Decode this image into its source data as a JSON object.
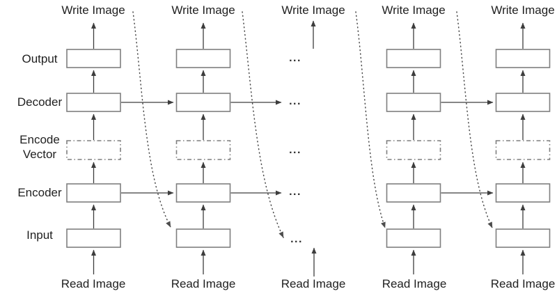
{
  "diagram": {
    "row_labels": {
      "output": "Output",
      "decoder": "Decoder",
      "encode_vector_line1": "Encode",
      "encode_vector_line2": "Vector",
      "encoder": "Encoder",
      "input": "Input"
    },
    "ellipsis": "...",
    "colors": {
      "background": "#ffffff",
      "arrow_line": "#3d3d3d",
      "box_border": "#7f7f7f",
      "dotted_feedback_line": "#4d4d4d",
      "text": "#1f1f1f"
    },
    "columns": [
      {
        "id": "step-1",
        "write_label": "Write Image",
        "read_label": "Read Image"
      },
      {
        "id": "step-2",
        "write_label": "Write Image",
        "read_label": "Read Image"
      },
      {
        "id": "step-ellipsis",
        "write_label": "Write Image",
        "read_label": "Read Image"
      },
      {
        "id": "step-n-1",
        "write_label": "Write Image",
        "read_label": "Read Image"
      },
      {
        "id": "step-n",
        "write_label": "Write Image",
        "read_label": "Read Image"
      }
    ]
  }
}
